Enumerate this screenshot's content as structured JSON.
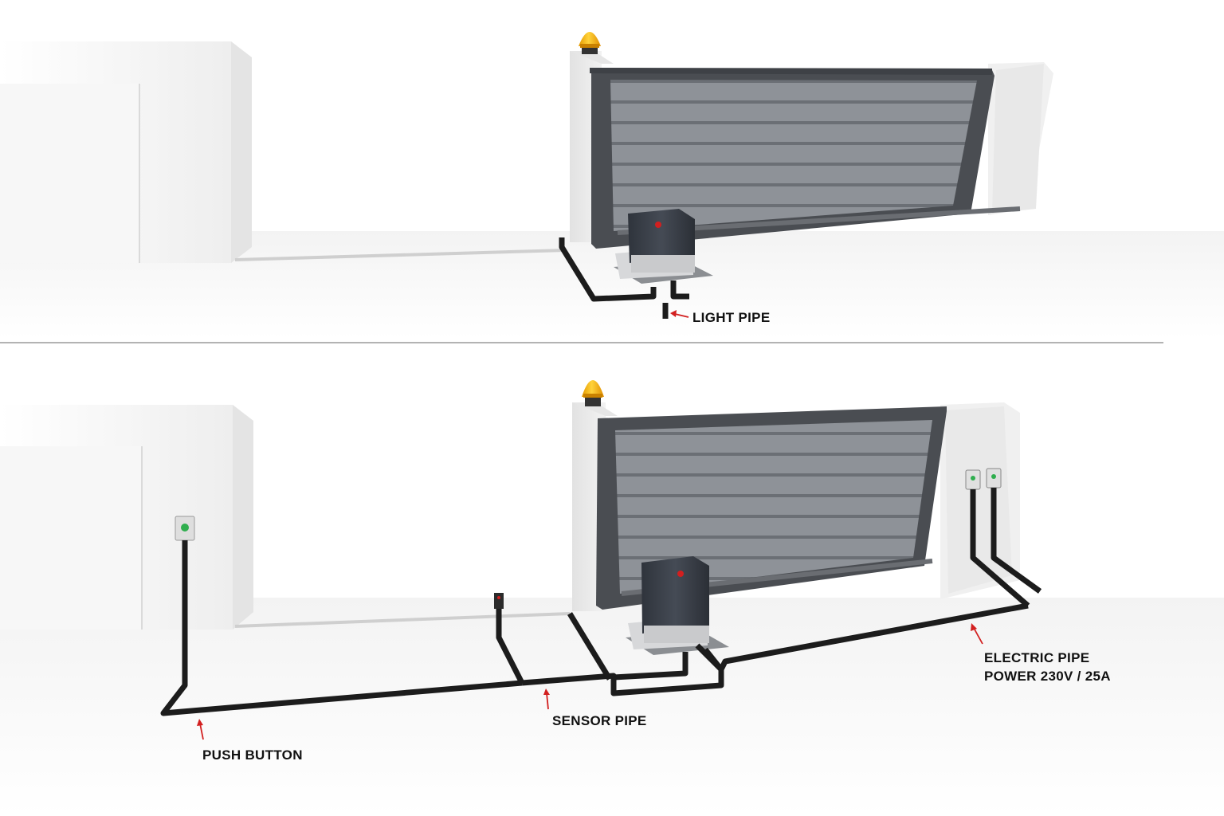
{
  "labels": {
    "light_pipe": "LIGHT PIPE",
    "push_button": "PUSH BUTTON",
    "sensor_pipe": "SENSOR PIPE",
    "electric_pipe_line1": "ELECTRIC PIPE",
    "electric_pipe_line2": "POWER 230V / 25A"
  },
  "colors": {
    "pipe": "#1c1c1c",
    "gate_frame": "#4a4d52",
    "gate_slat": "#8a8e94",
    "motor_body": "#3b4049",
    "warning_light": "#f2b705",
    "arrow": "#d21f1f",
    "wall": "#f4f4f4",
    "button_green": "#2fae4e"
  },
  "icons": {
    "warning_light": "amber-beacon-icon",
    "push_button": "push-button-icon",
    "sensor": "photocell-sensor-icon",
    "socket": "electric-socket-icon",
    "motor": "gate-motor-icon"
  }
}
